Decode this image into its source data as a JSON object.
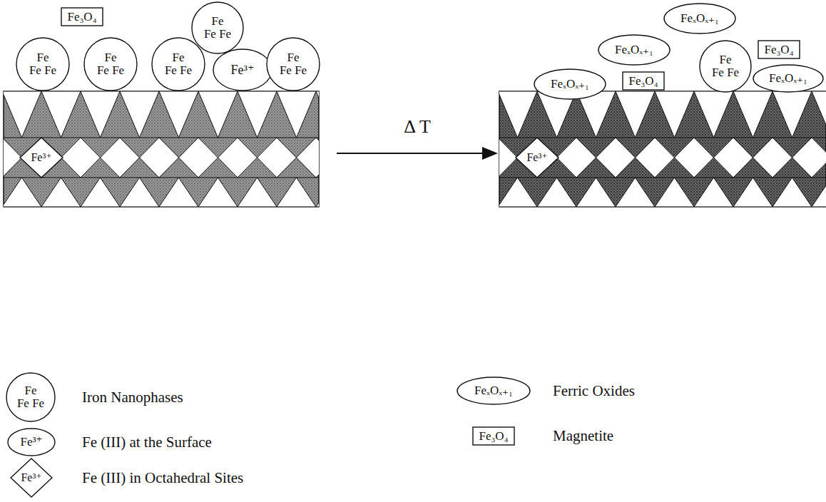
{
  "diagram": {
    "nodes": [
      {
        "text": [
          "Fe₃O₄"
        ]
      },
      {
        "text": [
          "Fe",
          "Fe Fe"
        ]
      },
      {
        "text": [
          "Fe",
          "Fe Fe"
        ]
      },
      {
        "text": [
          "Fe",
          "Fe Fe"
        ]
      },
      {
        "text": [
          "Fe",
          "Fe Fe"
        ]
      },
      {
        "text": [
          "Fe³⁺"
        ]
      },
      {
        "text": [
          "Fe",
          "Fe Fe"
        ]
      },
      {
        "text": [
          "Fe³⁺"
        ]
      },
      {
        "text": [
          "FeₓOₓ₊₁"
        ]
      },
      {
        "text": [
          "FeₓOₓ₊₁"
        ]
      },
      {
        "text": [
          "Fe₃O₄"
        ]
      },
      {
        "text": [
          "Fe",
          "Fe Fe"
        ]
      },
      {
        "text": [
          "FeₓOₓ₊₁"
        ]
      },
      {
        "text": [
          "Fe₃O₄"
        ]
      },
      {
        "text": [
          "FeₓOₓ₊₁"
        ]
      },
      {
        "text": [
          "Fe³⁺"
        ]
      },
      {
        "text": [
          "Fe",
          "Fe Fe"
        ]
      },
      {
        "text": [
          "FeₓOₓ₊₁"
        ]
      },
      {
        "text": [
          "Fe³⁺"
        ]
      },
      {
        "text": [
          "Fe₃O₄"
        ]
      },
      {
        "text": [
          "Fe³⁺"
        ]
      }
    ],
    "labels": [
      "Δ T"
    ],
    "legend": [
      {
        "text": "Iron Nanophases"
      },
      {
        "text": "Ferric Oxides"
      },
      {
        "text": "Fe (III) at the Surface"
      },
      {
        "text": "Magnetite"
      },
      {
        "text": "Fe (III) in Octahedral Sites"
      }
    ]
  }
}
